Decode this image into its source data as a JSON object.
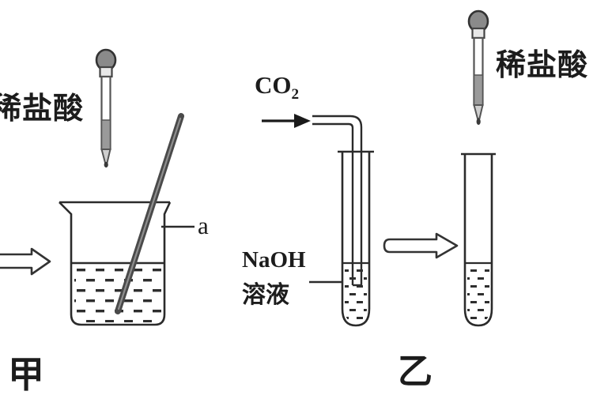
{
  "diagram": {
    "labels": {
      "hcl_left": "稀盐酸",
      "hcl_right": "稀盐酸",
      "gas_formula": "CO",
      "gas_subscript": "2",
      "naoh": "NaOH",
      "solution": "溶液",
      "rod": "a",
      "apparatus_left": "甲",
      "apparatus_right": "乙"
    },
    "colors": {
      "stroke": "#2b2b2b",
      "rod_fill": "#4a4a4a",
      "bulb_fill": "#8a8a8a",
      "dropper_liquid": "#9a9a9a",
      "background": "#ffffff"
    }
  }
}
